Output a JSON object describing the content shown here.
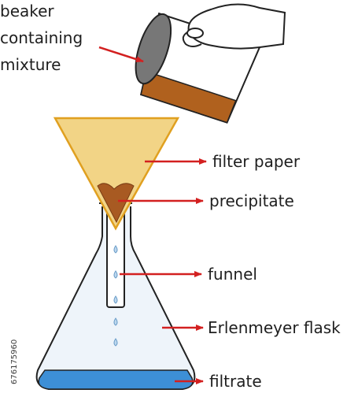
{
  "labels": {
    "beaker_line1": "beaker",
    "beaker_line2": "containing",
    "beaker_line3": "mixture",
    "filter_paper": "filter paper",
    "precipitate": "precipitate",
    "funnel": "funnel",
    "flask": "Erlenmeyer flask",
    "filtrate": "filtrate"
  },
  "stock_id": "676175960",
  "colors": {
    "arrow": "#d32020",
    "filter_paper": "#f2d486",
    "filter_paper_stroke": "#e0a020",
    "precipitate": "#a85a22",
    "mixture": "#b0611e",
    "filtrate": "#3d8fd6",
    "droplet": "#bcd7ee",
    "glass": "#e9f1f8",
    "outline": "#222222"
  }
}
